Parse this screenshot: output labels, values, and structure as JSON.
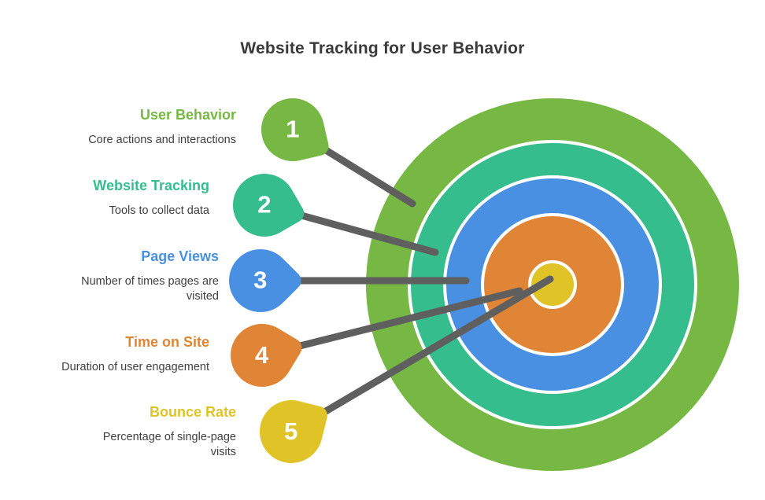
{
  "title": "Website Tracking for User Behavior",
  "colors": {
    "line": "#5f5f5f",
    "text": "#3f3f3f",
    "title": "#3a3a3a",
    "ring_gap": "#ffffff"
  },
  "items": [
    {
      "number": "1",
      "label": "User Behavior",
      "description": "Core actions and interactions",
      "color": "#76b843"
    },
    {
      "number": "2",
      "label": "Website Tracking",
      "description": "Tools to collect data",
      "color": "#35bd8d"
    },
    {
      "number": "3",
      "label": "Page Views",
      "description": "Number of times pages are visited",
      "color": "#4a90e2"
    },
    {
      "number": "4",
      "label": "Time on Site",
      "description": "Duration of user engagement",
      "color": "#e08435"
    },
    {
      "number": "5",
      "label": "Bounce Rate",
      "description": "Percentage of single-page visits",
      "color": "#dfc327"
    }
  ]
}
